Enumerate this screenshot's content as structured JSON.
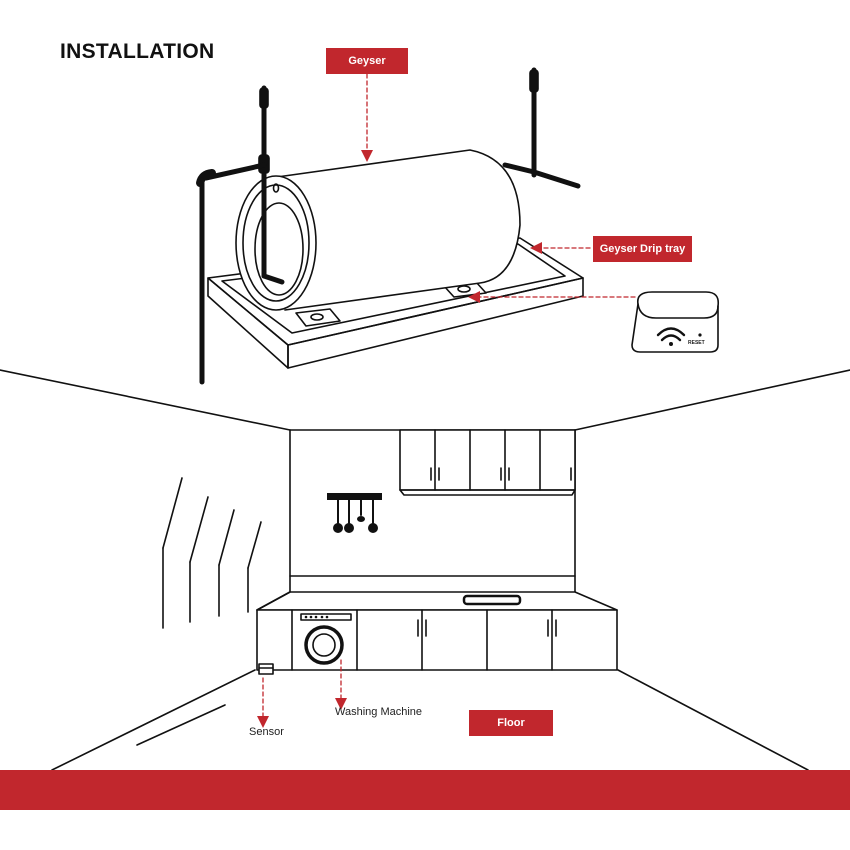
{
  "title": "INSTALLATION",
  "labels": {
    "geyser": "Geyser",
    "drip_tray": "Geyser Drip tray",
    "floor": "Floor",
    "sensor": "Sensor",
    "washing_machine": "Washing Machine",
    "reset": "RESET"
  },
  "colors": {
    "accent": "#c1272d",
    "line": "#111111"
  },
  "icons": [
    "geyser-icon",
    "drip-tray-icon",
    "sensor-device-icon",
    "wifi-icon",
    "washing-machine-icon",
    "kitchen-utensils-icon",
    "sensor-icon"
  ]
}
